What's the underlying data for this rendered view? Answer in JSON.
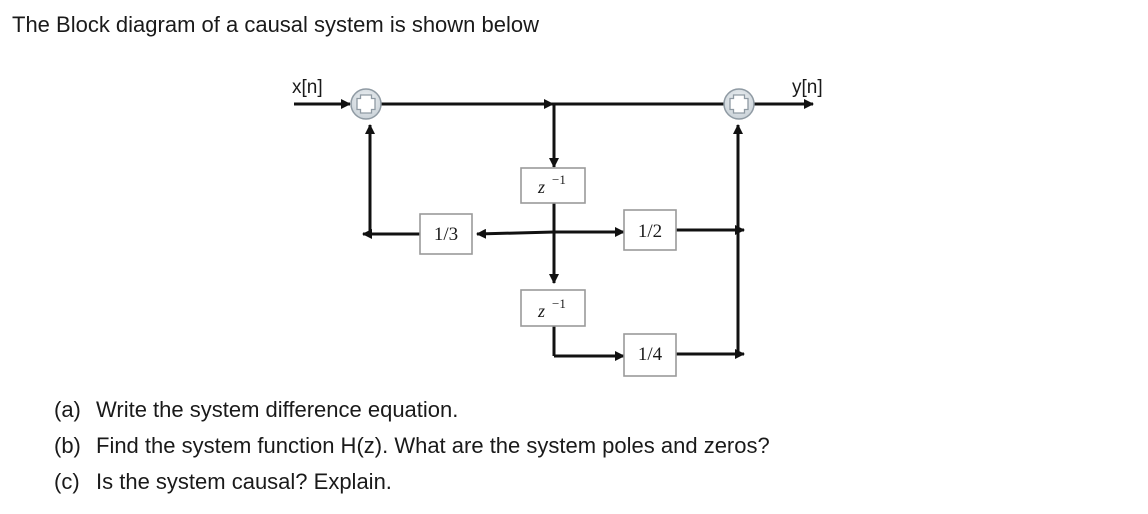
{
  "heading": "The Block diagram of a causal system is shown below",
  "diagram": {
    "input_label": "x[n]",
    "output_label": "y[n]",
    "delay_symbol": "z",
    "delay_exponent": "−1",
    "gain_left": "1/3",
    "gain_mid": "1/2",
    "gain_low": "1/4"
  },
  "questions": [
    {
      "tag": "(a)",
      "text": "Write the system difference equation."
    },
    {
      "tag": "(b)",
      "text": "Find the system function H(z). What are the system poles and zeros?"
    },
    {
      "tag": "(c)",
      "text": "Is the system causal? Explain."
    }
  ]
}
